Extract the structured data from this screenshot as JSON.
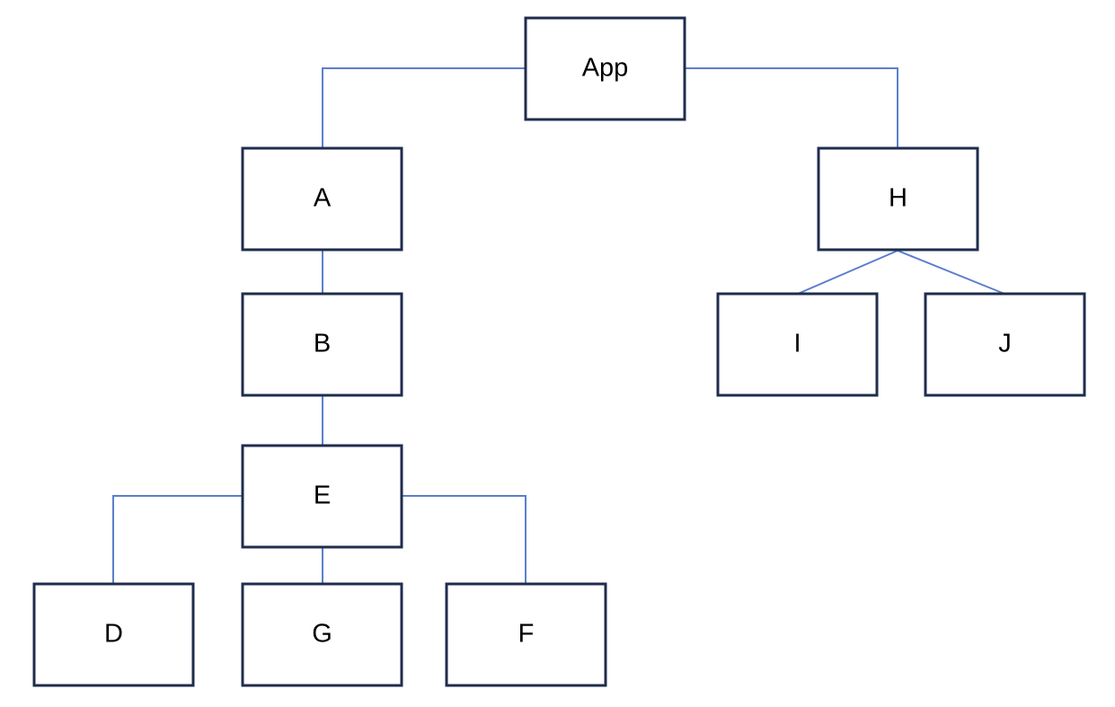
{
  "colors": {
    "node_border": "#1f2d4d",
    "edge": "#5b7fce",
    "background": "#ffffff",
    "text": "#000000"
  },
  "nodes": {
    "app": "App",
    "a": "A",
    "b": "B",
    "e": "E",
    "d": "D",
    "g": "G",
    "f": "F",
    "h": "H",
    "i": "I",
    "j": "J"
  },
  "edges": [
    {
      "from": "app",
      "to": "a"
    },
    {
      "from": "app",
      "to": "h"
    },
    {
      "from": "a",
      "to": "b"
    },
    {
      "from": "b",
      "to": "e"
    },
    {
      "from": "e",
      "to": "d"
    },
    {
      "from": "e",
      "to": "g"
    },
    {
      "from": "e",
      "to": "f"
    },
    {
      "from": "h",
      "to": "i"
    },
    {
      "from": "h",
      "to": "j"
    }
  ]
}
